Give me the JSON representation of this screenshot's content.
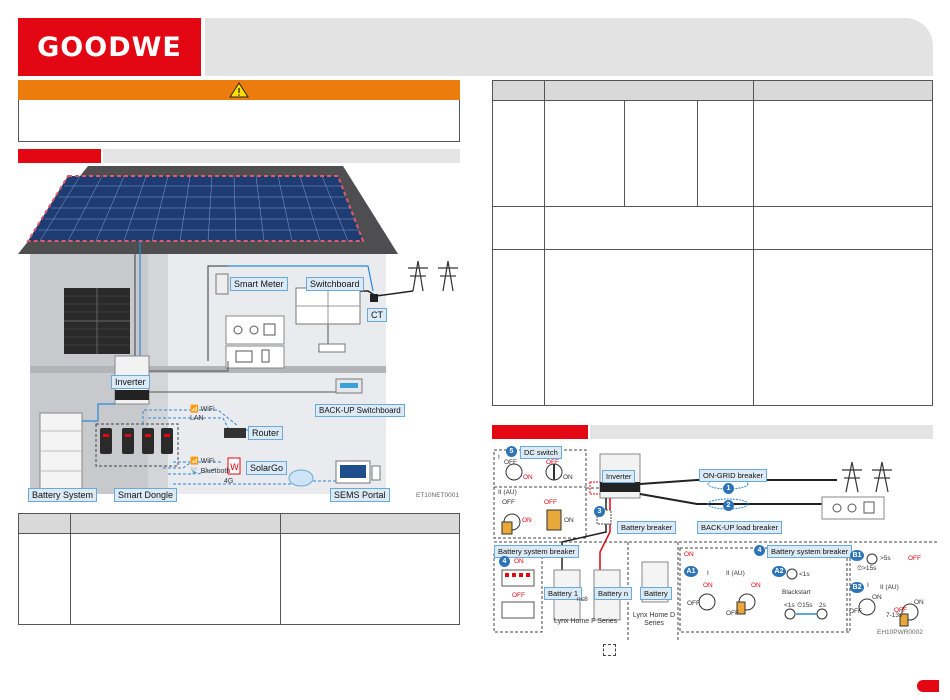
{
  "brand": {
    "logo": "GOODWE",
    "primary": "#e30613",
    "warning": "#ec7c0e",
    "label_bg": "#dceaf6"
  },
  "system_diagram": {
    "labels": {
      "smart_meter": "Smart Meter",
      "switchboard": "Switchboard",
      "ct": "CT",
      "inverter": "Inverter",
      "backup_switchboard": "BACK-UP Switchboard",
      "wifi1": "WiFi",
      "lan": "LAN",
      "router": "Router",
      "wifi2": "WiFi",
      "bluetooth": "Bluetooth",
      "g4": "4G",
      "solargo": "SolarGo",
      "battery_system": "Battery System",
      "smart_dongle": "Smart Dongle",
      "sems_portal": "SEMS Portal",
      "code": "ET10NET0001"
    }
  },
  "power_diagram": {
    "dc_switch": "DC switch",
    "off": "OFF",
    "on": "ON",
    "roman1": "I",
    "roman2": "II (AU)",
    "inverter": "Inverter",
    "ongrid_breaker": "ON-GRID breaker",
    "battery_breaker": "Battery breaker",
    "backup_load_breaker": "BACK-UP load breaker",
    "battery_system_breaker_left": "Battery system breaker",
    "battery_system_breaker_right": "Battery system breaker",
    "battery1": "Battery 1",
    "batteryn": "Battery n",
    "n_le8": "n≤8",
    "lynx_f": "Lynx Home F Series",
    "battery": "Battery",
    "lynx_d": "Lynx Home D Series",
    "a1": "A1",
    "a2": "A2",
    "lt1s": "<1s",
    "gt5s": ">5s",
    "gt15s": ">15s",
    "blackstart": "Blackstart",
    "t15s": "15s",
    "t2s": "2s",
    "b1": "B1",
    "b2": "B2",
    "range": "7-13s",
    "code": "EH10PWR0002",
    "n1": "1",
    "n2": "2",
    "n3": "3",
    "n4": "4",
    "n5": "5"
  }
}
